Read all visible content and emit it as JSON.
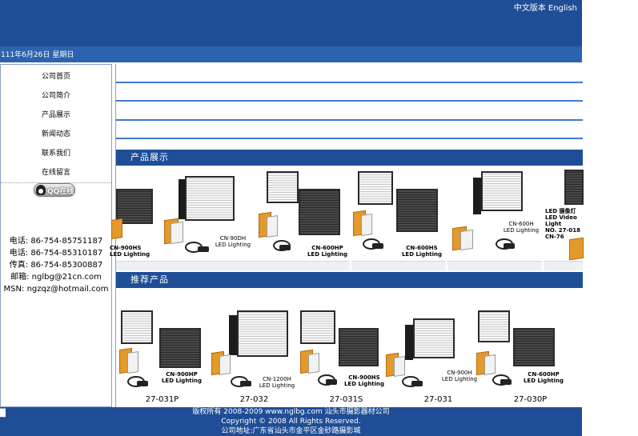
{
  "header": {
    "lang_cn": "中文版本",
    "lang_en": "English"
  },
  "datebar": {
    "date": "111年6月26日",
    "weekday": "星期日"
  },
  "sidebar": {
    "nav": [
      {
        "label": "公司首页"
      },
      {
        "label": "公司简介"
      },
      {
        "label": "产品展示"
      },
      {
        "label": "新闻动态"
      },
      {
        "label": "联系我们"
      },
      {
        "label": "在线留言"
      }
    ],
    "qq_label": "QQ在线",
    "contact": [
      {
        "label": "电话:",
        "value": "86-754-85751187"
      },
      {
        "label": "电话:",
        "value": "86-754-85310187"
      },
      {
        "label": "传真:",
        "value": "86-754-85300887"
      },
      {
        "label": "邮箱:",
        "value": "nglbg@21cn.com"
      },
      {
        "label": "MSN:",
        "value": "ngzqz@hotmail.com"
      }
    ]
  },
  "main": {
    "section_products": "产品展示",
    "section_recommend": "推荐产品",
    "gallery": [
      {
        "tag": "CN-900HS\nLED Lighting"
      },
      {
        "tag": "CN-90DH\nLED Lighting"
      },
      {
        "tag": "CN-600HP\nLED Lighting"
      },
      {
        "tag": "CN-600HS\nLED Lighting"
      },
      {
        "tag": "CN-600H\nLED Lighting"
      },
      {
        "tag": "LED 摄像灯\nLED Video Light\nNO. 27-018\nCN-76"
      }
    ],
    "recommend": [
      {
        "label": "27-031P",
        "tag": "CN-900HP\nLED Lighting"
      },
      {
        "label": "27-032",
        "tag": "CN-1200H\nLED Lighting"
      },
      {
        "label": "27-031S",
        "tag": "CN-900HS\nLED Lighting"
      },
      {
        "label": "27-031",
        "tag": "CN-900H\nLED Lighting"
      },
      {
        "label": "27-030P",
        "tag": "CN-600HP\nLED Lighting"
      }
    ]
  },
  "footer": {
    "line1": "版权所有 2008-2009 www.nglbg.com 汕头市摄影器材公司",
    "line2": "Copyright © 2008 All Rights Reserved.",
    "line3": "公司地址:广东省汕头市金平区金砂路摄影城",
    "left_mark": "█"
  },
  "colors": {
    "header": "#1f4e96",
    "datebar": "#2c63ae",
    "rule": "#3d7ad1",
    "filter_orange": "#e39a2a"
  }
}
